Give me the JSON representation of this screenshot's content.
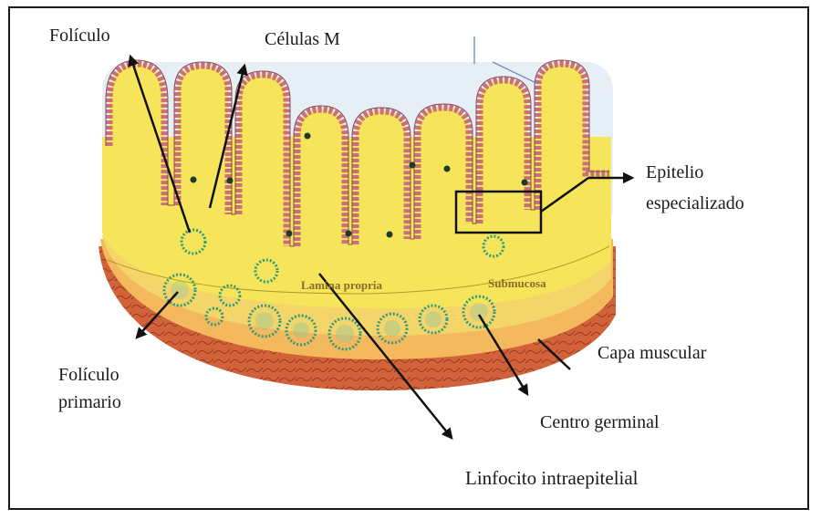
{
  "labels": {
    "foliculo": "Folículo",
    "celulas_m": "Células M",
    "epitelio": "Epitelio",
    "especializado": "especializado",
    "foliculo2": "Folículo",
    "primario": "primario",
    "capa_muscular": "Capa muscular",
    "centro_germinal": "Centro germinal",
    "linfocito": "Linfocito intraepitelial",
    "lamina_propria": "Lamina propria",
    "submucosa": "Submucosa"
  },
  "colors": {
    "background": "#ffffff",
    "lumen": "#e6eef6",
    "mucosa": "#f6e55a",
    "submucosa_band": "#f3b95c",
    "muscle": "#d2623a",
    "follicle": "#2f9a7e",
    "arrow": "#111111"
  }
}
